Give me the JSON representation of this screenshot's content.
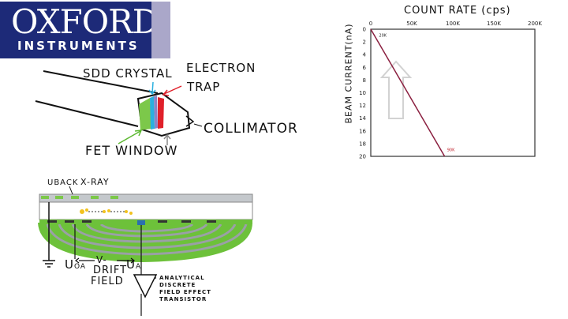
{
  "logo": {
    "main": "OXFORD",
    "sub": "INSTRUMENTS"
  },
  "detector": {
    "sdd_crystal": "SDD CRYSTAL",
    "electron": "ELECTRON",
    "trap": "TRAP",
    "collimator": "COLLIMATOR",
    "fet_window": "FET WINDOW"
  },
  "drift": {
    "uback": "UBACK",
    "xray": "X-RAY",
    "uoa": "U",
    "uoa_sub": "OA",
    "v_label": "V-",
    "drift": "DRIFT",
    "field": "FIELD",
    "ua": "U",
    "ua_sub": "A",
    "fet_lines": [
      "ANALYTICAL",
      "DISCRETE",
      "FIELD EFFECT",
      "TRANSISTOR"
    ]
  },
  "chart_data": {
    "type": "line",
    "title": "COUNT RATE (cps)",
    "ylabel": "BEAM CURRENT(nA)",
    "x_ticks": [
      "0",
      "50K",
      "100K",
      "150K",
      "200K"
    ],
    "y_ticks": [
      "0",
      "2",
      "4",
      "6",
      "8",
      "10",
      "12",
      "14",
      "16",
      "18",
      "20"
    ],
    "xlim": [
      0,
      200000
    ],
    "ylim": [
      0,
      20
    ],
    "series": [
      {
        "x": [
          0,
          90000
        ],
        "y": [
          0,
          20
        ]
      }
    ],
    "annotations": [
      {
        "text": "20K",
        "x": 10000,
        "y": 1.2
      },
      {
        "text": "90K",
        "x": 93000,
        "y": 19.2
      }
    ],
    "colors": {
      "line": "#8b2040",
      "arrow": "#d0d0d0"
    }
  }
}
